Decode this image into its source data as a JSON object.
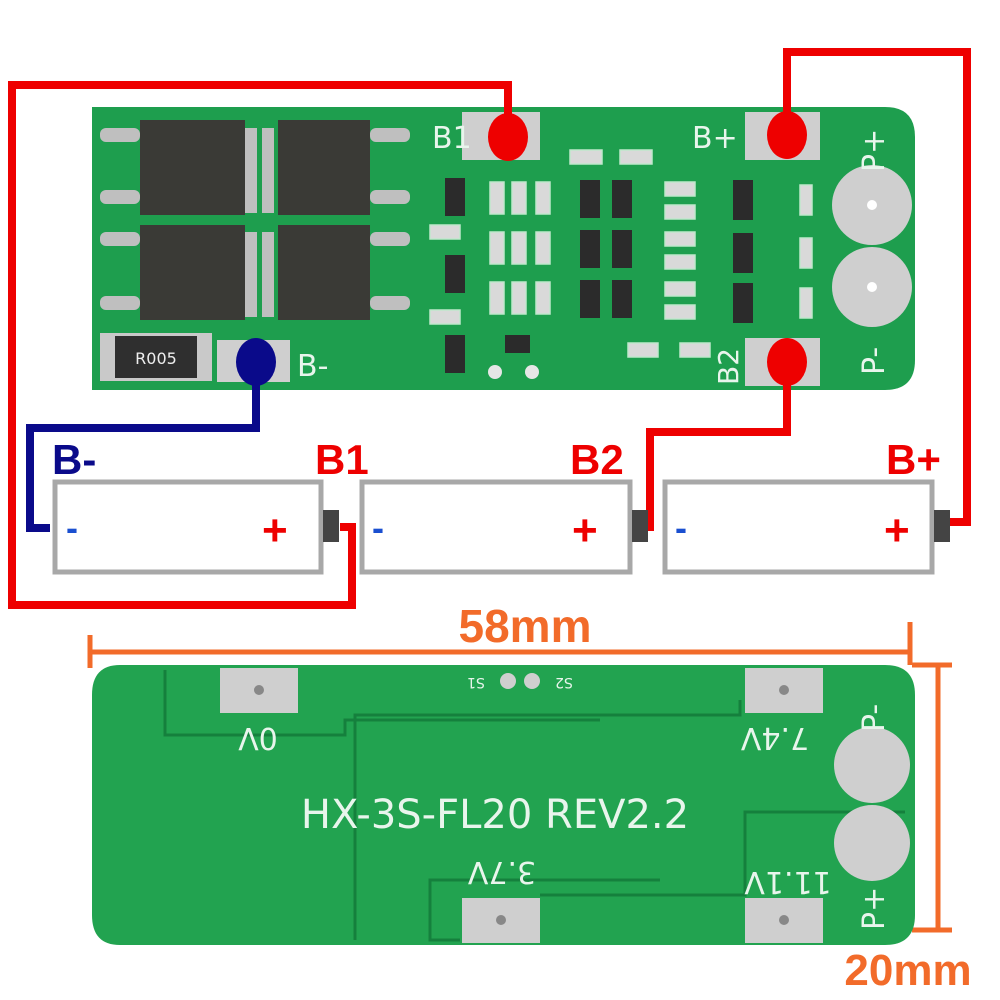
{
  "top_board": {
    "pads": {
      "b1": "B1",
      "bplus": "B+",
      "bminus": "B-",
      "b2": "B2",
      "pplus": "P+",
      "pminus": "P-"
    },
    "shunt_resistor": "R005"
  },
  "wiring_labels": {
    "bminus": "B-",
    "b1": "B1",
    "b2": "B2",
    "bplus": "B+"
  },
  "cells": [
    {
      "minus": "-",
      "plus": "+"
    },
    {
      "minus": "-",
      "plus": "+"
    },
    {
      "minus": "-",
      "plus": "+"
    }
  ],
  "dimensions": {
    "length": "58mm",
    "width": "20mm"
  },
  "bottom_board": {
    "model": "HX-3S-FL20 REV2.2",
    "pads": {
      "v0": "0V",
      "v74": "7.4V",
      "v37": "3.7V",
      "v111": "11.1V",
      "pminus": "P-",
      "pplus": "P+"
    },
    "test_points": {
      "s1": "S1",
      "s2": "S2"
    }
  },
  "colors": {
    "pcb": "#1e9e4e",
    "wire_pos": "#ee0000",
    "wire_neg": "#0a0a8a",
    "dimension": "#f26b2a",
    "cell_outline": "#a8a8a8"
  }
}
